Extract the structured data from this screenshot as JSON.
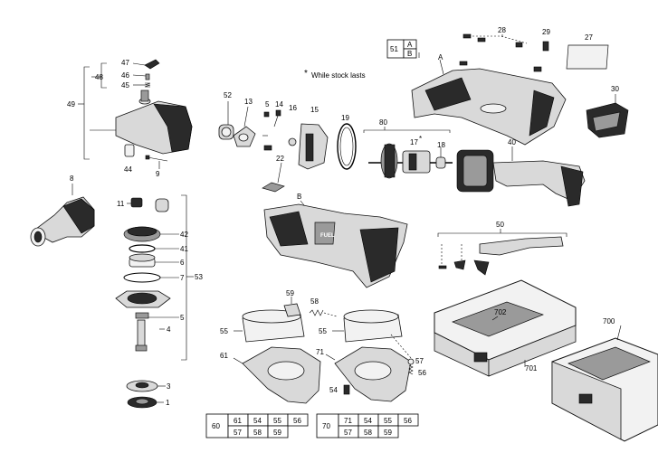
{
  "note": {
    "star": "*",
    "text": "While stock lasts"
  },
  "ref_box": {
    "number": "51",
    "a": "A",
    "b": "B"
  },
  "callouts": {
    "c1": "1",
    "c3": "3",
    "c4": "4",
    "c5a": "5",
    "c5b": "5",
    "c6": "6",
    "c7": "7",
    "c8": "8",
    "c9": "9",
    "c11": "11",
    "c13": "13",
    "c14": "14",
    "c15": "15",
    "c16": "16",
    "c17": "17",
    "c17star": "*",
    "c18": "18",
    "c19": "19",
    "c22": "22",
    "c27": "27",
    "c28": "28",
    "c29": "29",
    "c30": "30",
    "c40": "40",
    "c41": "41",
    "c42": "42",
    "c44": "44",
    "c45": "45",
    "c46": "46",
    "c47": "47",
    "c48": "48",
    "c49": "49",
    "c50": "50",
    "c52": "52",
    "c53": "53",
    "c54": "54",
    "c55a": "55",
    "c55b": "55",
    "c56": "56",
    "c57": "57",
    "c58": "58",
    "c59": "59",
    "c61": "61",
    "c70label": "70",
    "c71": "71",
    "c80": "80",
    "c700": "700",
    "c701": "701",
    "c702": "702",
    "cA": "A",
    "cB": "B"
  },
  "table60": {
    "row1": [
      "60",
      "61",
      "54",
      "55",
      "56"
    ],
    "row2": [
      "57",
      "58",
      "59"
    ]
  },
  "table70": {
    "row1": [
      "70",
      "71",
      "54",
      "55",
      "56"
    ],
    "row2": [
      "57",
      "58",
      "59"
    ]
  },
  "badge": "FUEL"
}
